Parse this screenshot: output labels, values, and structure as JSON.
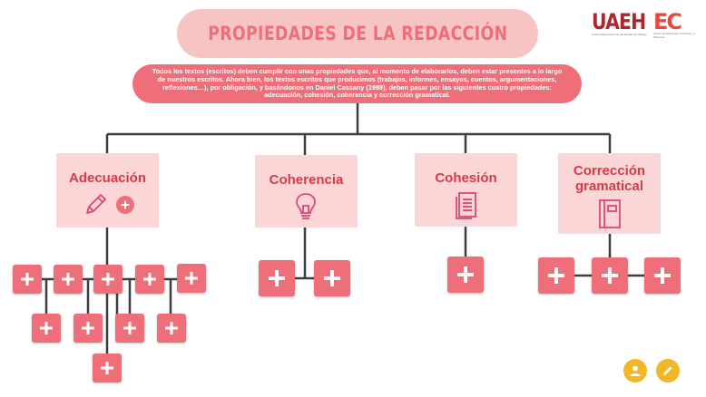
{
  "title": "PROPIEDADES DE LA REDACCIÓN",
  "description": "Todos los textos (escritos) deben cumplir con unas propiedades que, al momento de elaborarlos, deben estar presentes a lo largo de nuestros escritos. Ahora bien, los textos escritos que producimos (trabajos, informes, ensayos, cuentos, argumentaciones, reflexiones…), por obligación, y basándonos en Daniel Cassany (1989), deben pasar por las siguientes cuatro propiedades: adecuación, cohesión, coherencia y corrección gramatical.",
  "logos": {
    "uaeh": "UAEH",
    "uaeh_sub": "Universidad Autónoma del Estado de Hidalgo",
    "ec": "EC",
    "ec_sub": "Centro de Educación Continua y a Distancia"
  },
  "cards": [
    {
      "label": "Adecuación",
      "icon": "pencil-icon"
    },
    {
      "label": "Coherencia",
      "icon": "lightbulb-icon"
    },
    {
      "label": "Cohesión",
      "icon": "document-icon"
    },
    {
      "label": "Corrección gramatical",
      "icon": "notebook-icon"
    }
  ],
  "colors": {
    "accent": "#ee6f79",
    "title_pill": "#f7c4c4",
    "card": "#fbd6d7",
    "label": "#d93a4a",
    "connector": "#3d3d3d",
    "fab": "#f2b728"
  },
  "floating_buttons": [
    {
      "icon": "user-icon"
    },
    {
      "icon": "edit-pencil-icon"
    }
  ]
}
